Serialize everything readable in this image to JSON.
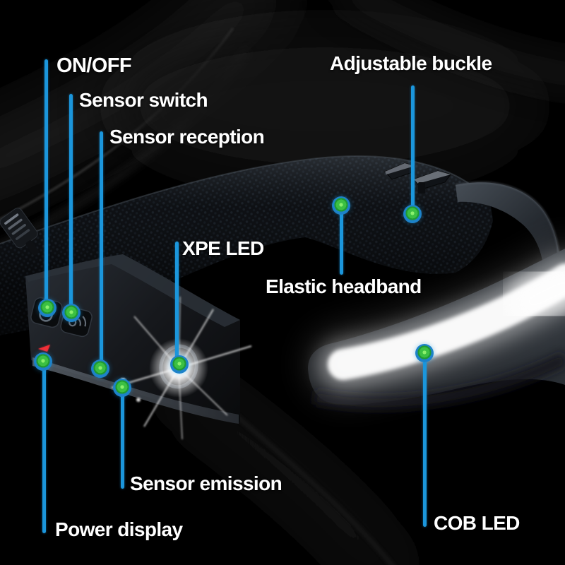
{
  "callouts": {
    "on_off": {
      "label": "ON/OFF"
    },
    "sensor_switch": {
      "label": "Sensor switch"
    },
    "sensor_reception": {
      "label": "Sensor reception"
    },
    "adjustable_buckle": {
      "label": "Adjustable buckle"
    },
    "xpe_led": {
      "label": "XPE LED"
    },
    "elastic_headband": {
      "label": "Elastic headband"
    },
    "sensor_emission": {
      "label": "Sensor emission"
    },
    "power_display": {
      "label": "Power display"
    },
    "cob_led": {
      "label": "COB LED"
    }
  },
  "colors": {
    "callout_line": "#1b96dc",
    "dot_ring": "#1d82c9",
    "dot_core": "#3cc043",
    "label_text": "#ffffff",
    "background": "#000000",
    "cob_glow": "#ffffff",
    "power_indicator_red": "#e32129"
  }
}
